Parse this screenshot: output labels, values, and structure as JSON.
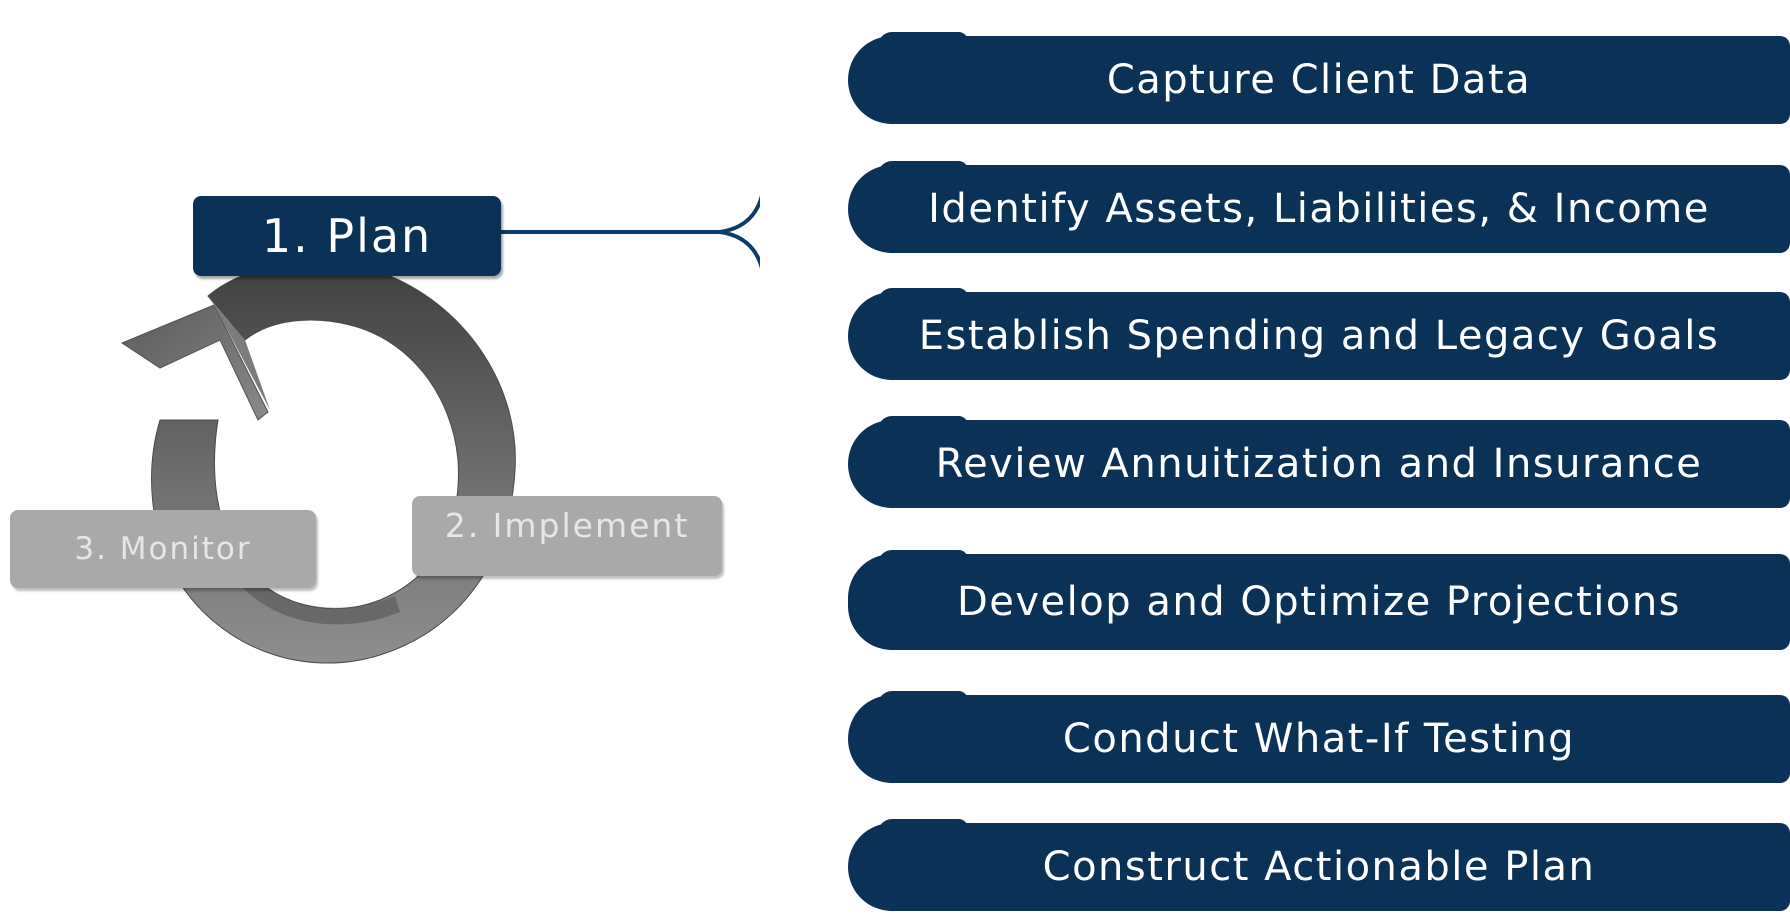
{
  "cycle": {
    "stages": {
      "plan": "1. Plan",
      "implement": "2. Implement",
      "monitor": "3. Monitor"
    },
    "active_color": "#0b3157",
    "inactive_color": "#a9a9a9",
    "arrow_icon": "circular-arrow-icon"
  },
  "steps": [
    "Capture Client Data",
    "Identify Assets, Liabilities, & Income",
    "Establish Spending and Legacy Goals",
    "Review Annuitization and Insurance",
    "Develop and Optimize Projections",
    "Conduct What-If Testing",
    "Construct Actionable Plan"
  ],
  "colors": {
    "navy": "#0b3157",
    "bracket": "#0b3d6b"
  }
}
